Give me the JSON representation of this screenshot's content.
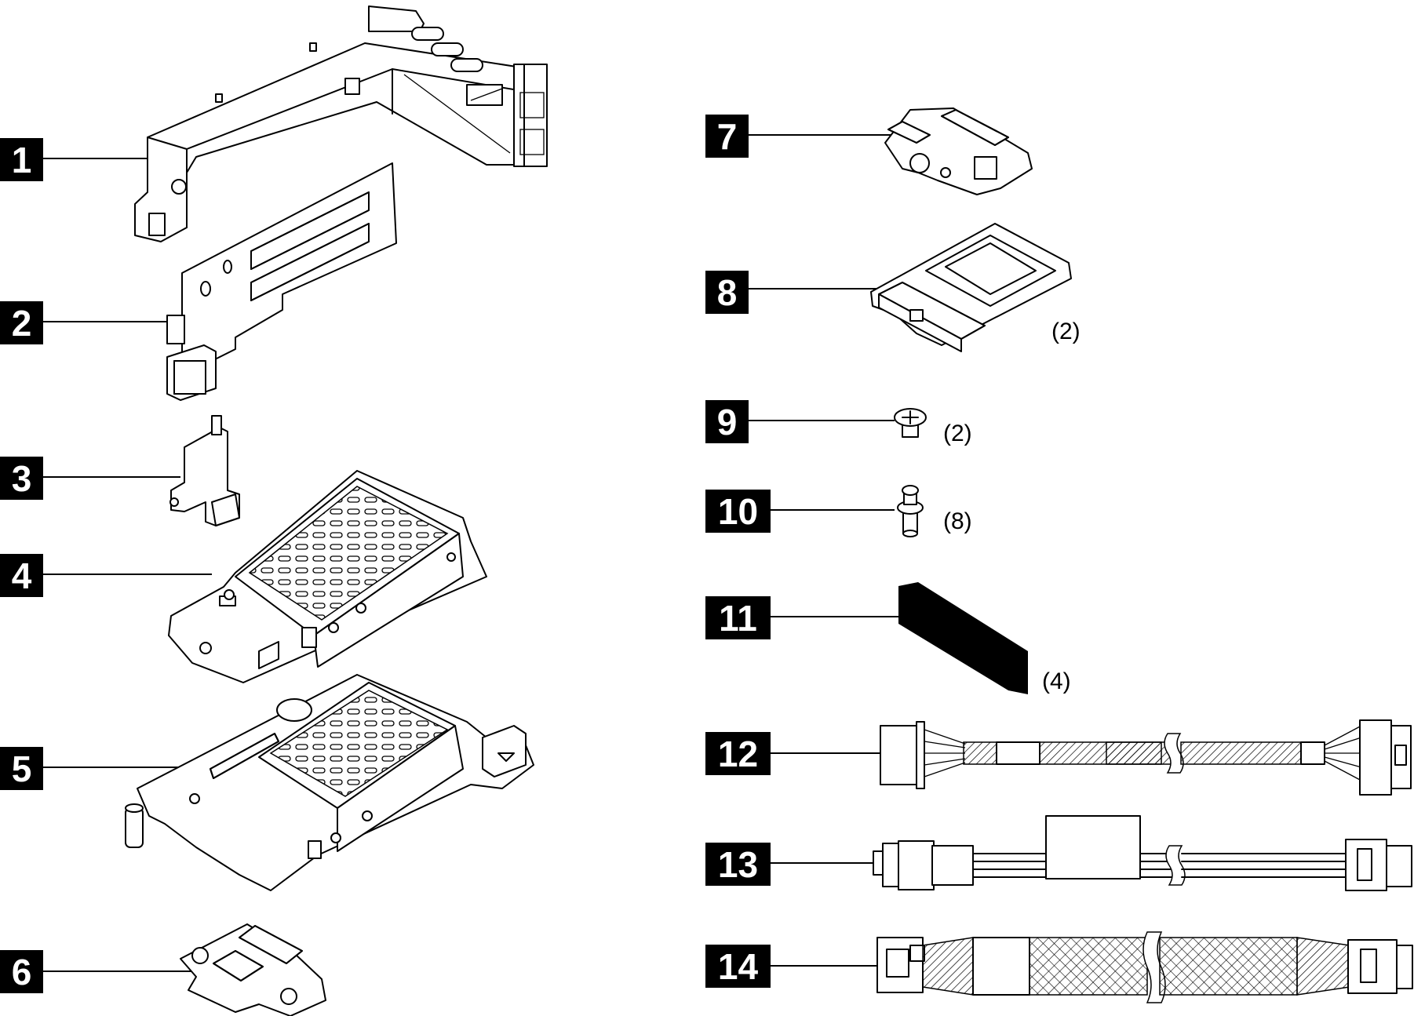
{
  "callouts": [
    {
      "id": "1",
      "label": "1"
    },
    {
      "id": "2",
      "label": "2"
    },
    {
      "id": "3",
      "label": "3"
    },
    {
      "id": "4",
      "label": "4"
    },
    {
      "id": "5",
      "label": "5"
    },
    {
      "id": "6",
      "label": "6"
    },
    {
      "id": "7",
      "label": "7"
    },
    {
      "id": "8",
      "label": "8",
      "quantity": "(2)"
    },
    {
      "id": "9",
      "label": "9",
      "quantity": "(2)"
    },
    {
      "id": "10",
      "label": "10",
      "quantity": "(8)"
    },
    {
      "id": "11",
      "label": "11",
      "quantity": "(4)"
    },
    {
      "id": "12",
      "label": "12"
    },
    {
      "id": "13",
      "label": "13"
    },
    {
      "id": "14",
      "label": "14"
    }
  ]
}
